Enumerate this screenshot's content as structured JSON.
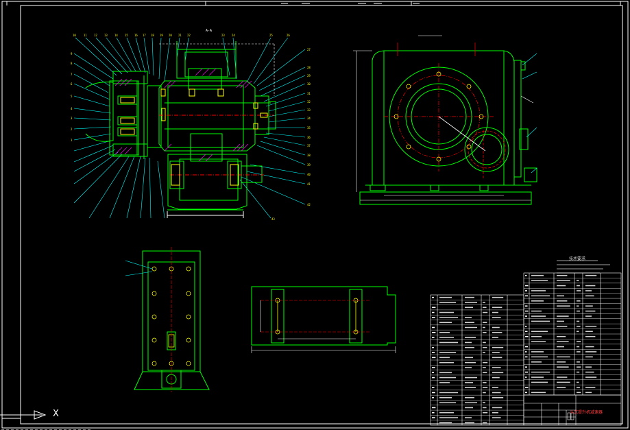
{
  "drawing": {
    "background": "#000000",
    "colors": {
      "frame": "#ffffff",
      "outline": "#00ff00",
      "leader": "#00ffff",
      "center": "#ff0000",
      "accent": "#ffff00",
      "hatch": "#ff00ff",
      "dim": "#ffffff"
    },
    "section_label": "A-A",
    "ucs_axis_label": "X",
    "tech_requirements_title": "技术要求",
    "title_block_name": "斗式提升机减速器"
  }
}
